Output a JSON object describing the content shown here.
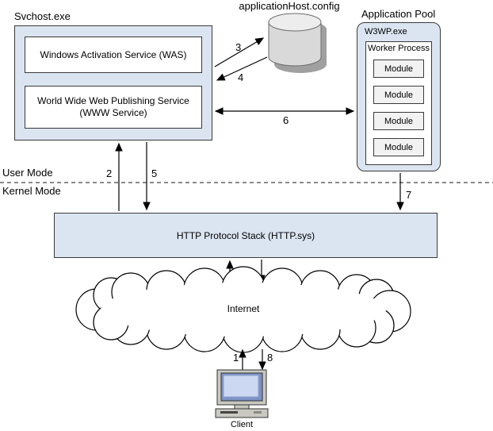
{
  "diagram": {
    "svchost": {
      "title": "Svchost.exe",
      "was_label": "Windows Activation Service (WAS)",
      "www_line1": "World Wide Web Publishing Service",
      "www_line2": "(WWW Service)"
    },
    "config": {
      "label": "applicationHost.config"
    },
    "app_pool": {
      "title": "Application Pool",
      "process_label": "W3WP.exe",
      "worker_label": "Worker Process",
      "modules": [
        "Module",
        "Module",
        "Module",
        "Module"
      ]
    },
    "modes": {
      "user": "User Mode",
      "kernel": "Kernel Mode"
    },
    "http_stack": {
      "label": "HTTP Protocol Stack (HTTP.sys)"
    },
    "internet": {
      "label": "Internet"
    },
    "client": {
      "label": "Client"
    },
    "arrows": {
      "n1": "1",
      "n2": "2",
      "n3": "3",
      "n4": "4",
      "n5": "5",
      "n6": "6",
      "n7": "7",
      "n8": "8"
    }
  }
}
